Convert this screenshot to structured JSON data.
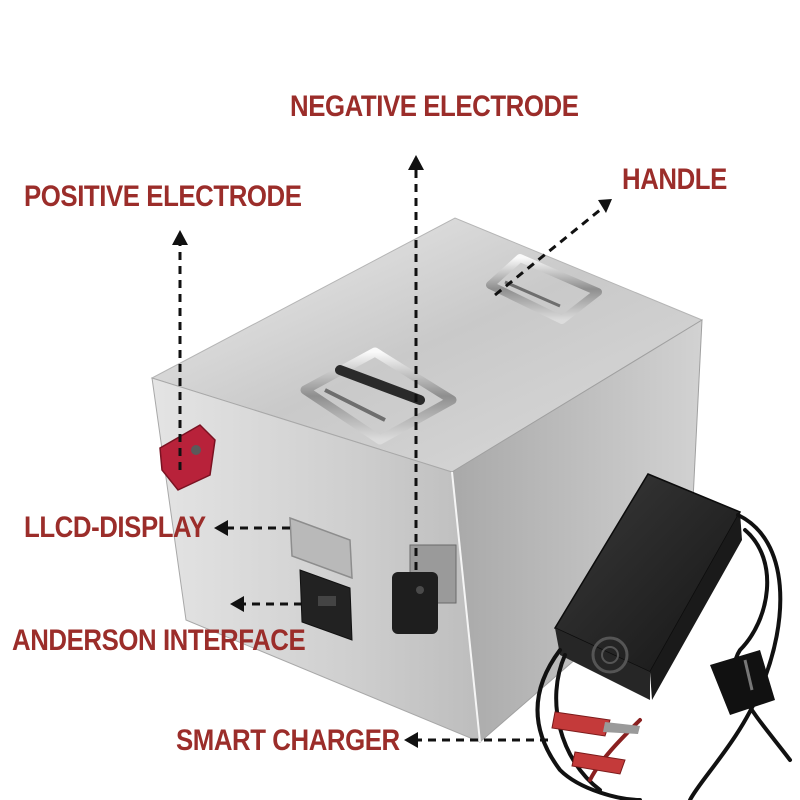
{
  "colors": {
    "label": "#9b2d2a",
    "arrow": "#111111",
    "terminal_positive": "#b8223a",
    "terminal_negative": "#1e1e1e"
  },
  "labels": {
    "negative_electrode": "NEGATIVE ELECTRODE",
    "handle": "HANDLE",
    "positive_electrode": "POSITIVE ELECTRODE",
    "lcd_display": "LLCD-DISPLAY",
    "anderson_interface": "ANDERSON INTERFACE",
    "smart_charger": "SMART CHARGER"
  }
}
